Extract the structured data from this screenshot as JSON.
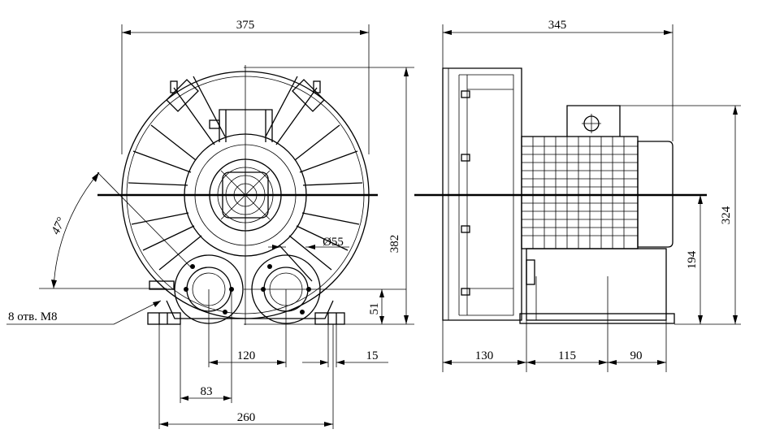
{
  "drawing": {
    "front_view": {
      "overall_width": "375",
      "overall_height": "382",
      "angle": "47°",
      "hole_diameter": "Ø55",
      "flange_spacing": "120",
      "foot_width": "15",
      "foot_height": "51",
      "hole_offset": "83",
      "mounting_width": "260",
      "holes_note": "8 отв. М8"
    },
    "side_view": {
      "overall_length": "345",
      "overall_height": "324",
      "axis_height": "194",
      "seg_1": "130",
      "seg_2": "115",
      "seg_3": "90"
    }
  }
}
